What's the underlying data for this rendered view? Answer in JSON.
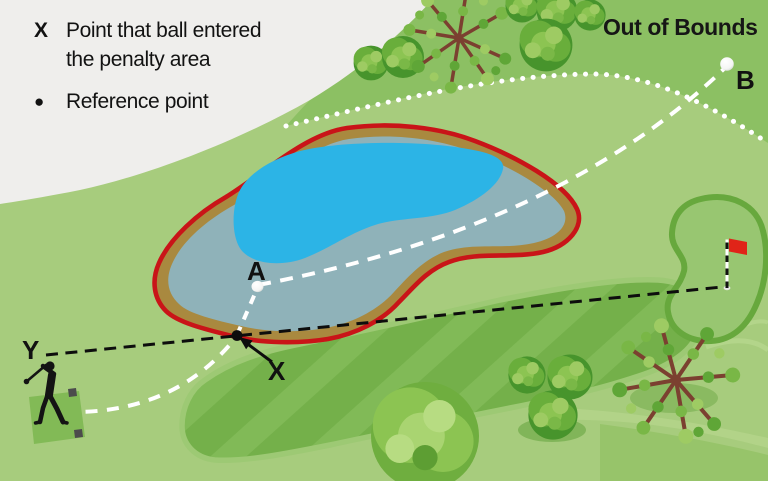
{
  "legend": {
    "symbol_x": "X",
    "entry_x_line1": "Point that ball entered",
    "entry_x_line2": "the penalty area",
    "symbol_dot": "●",
    "entry_dot": "Reference point"
  },
  "map_labels": {
    "out_of_bounds": "Out of Bounds",
    "point_a": "A",
    "point_b": "B",
    "point_x": "X",
    "point_y": "Y"
  },
  "colors": {
    "out_of_bounds_area": "#efeeec",
    "rough_light": "#a7cc7d",
    "rough_dark": "#8cc063",
    "fairway": "#74b04a",
    "fairway_stripe": "#81ba57",
    "fairway_edge": "#9dc974",
    "penalty_line_red": "#c91418",
    "shore_tan": "#a9893f",
    "water_shallow": "#8fb2b9",
    "water_deep": "#2cb4e6",
    "putting_green": "#98c671",
    "putting_green_edge": "#67a83d",
    "flag_red": "#e02418",
    "line_white": "#ffffff",
    "line_black": "#111111"
  }
}
